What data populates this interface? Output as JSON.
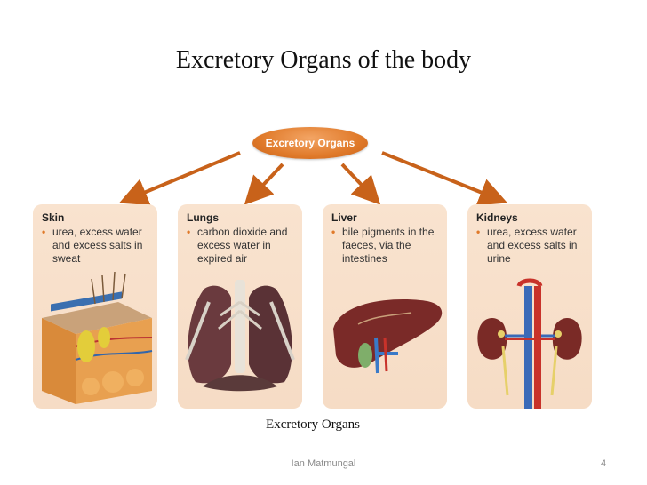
{
  "slide": {
    "title": "Excretory Organs of the body",
    "hub_label": "Excretory Organs",
    "caption": "Excretory Organs",
    "author": "Ian Matmungal",
    "page_number": "4"
  },
  "organs": [
    {
      "name": "Skin",
      "bullet": "•",
      "text": "urea, excess water and excess salts in sweat"
    },
    {
      "name": "Lungs",
      "bullet": "•",
      "text": "carbon dioxide and excess water in expired air"
    },
    {
      "name": "Liver",
      "bullet": "•",
      "text": "bile pigments in the faeces, via the intestines"
    },
    {
      "name": "Kidneys",
      "bullet": "•",
      "text": "urea, excess water and excess salts in urine"
    }
  ],
  "colors": {
    "accent": "#e07a2a",
    "arrow": "#c8621a",
    "card": "#f8e0c9"
  }
}
